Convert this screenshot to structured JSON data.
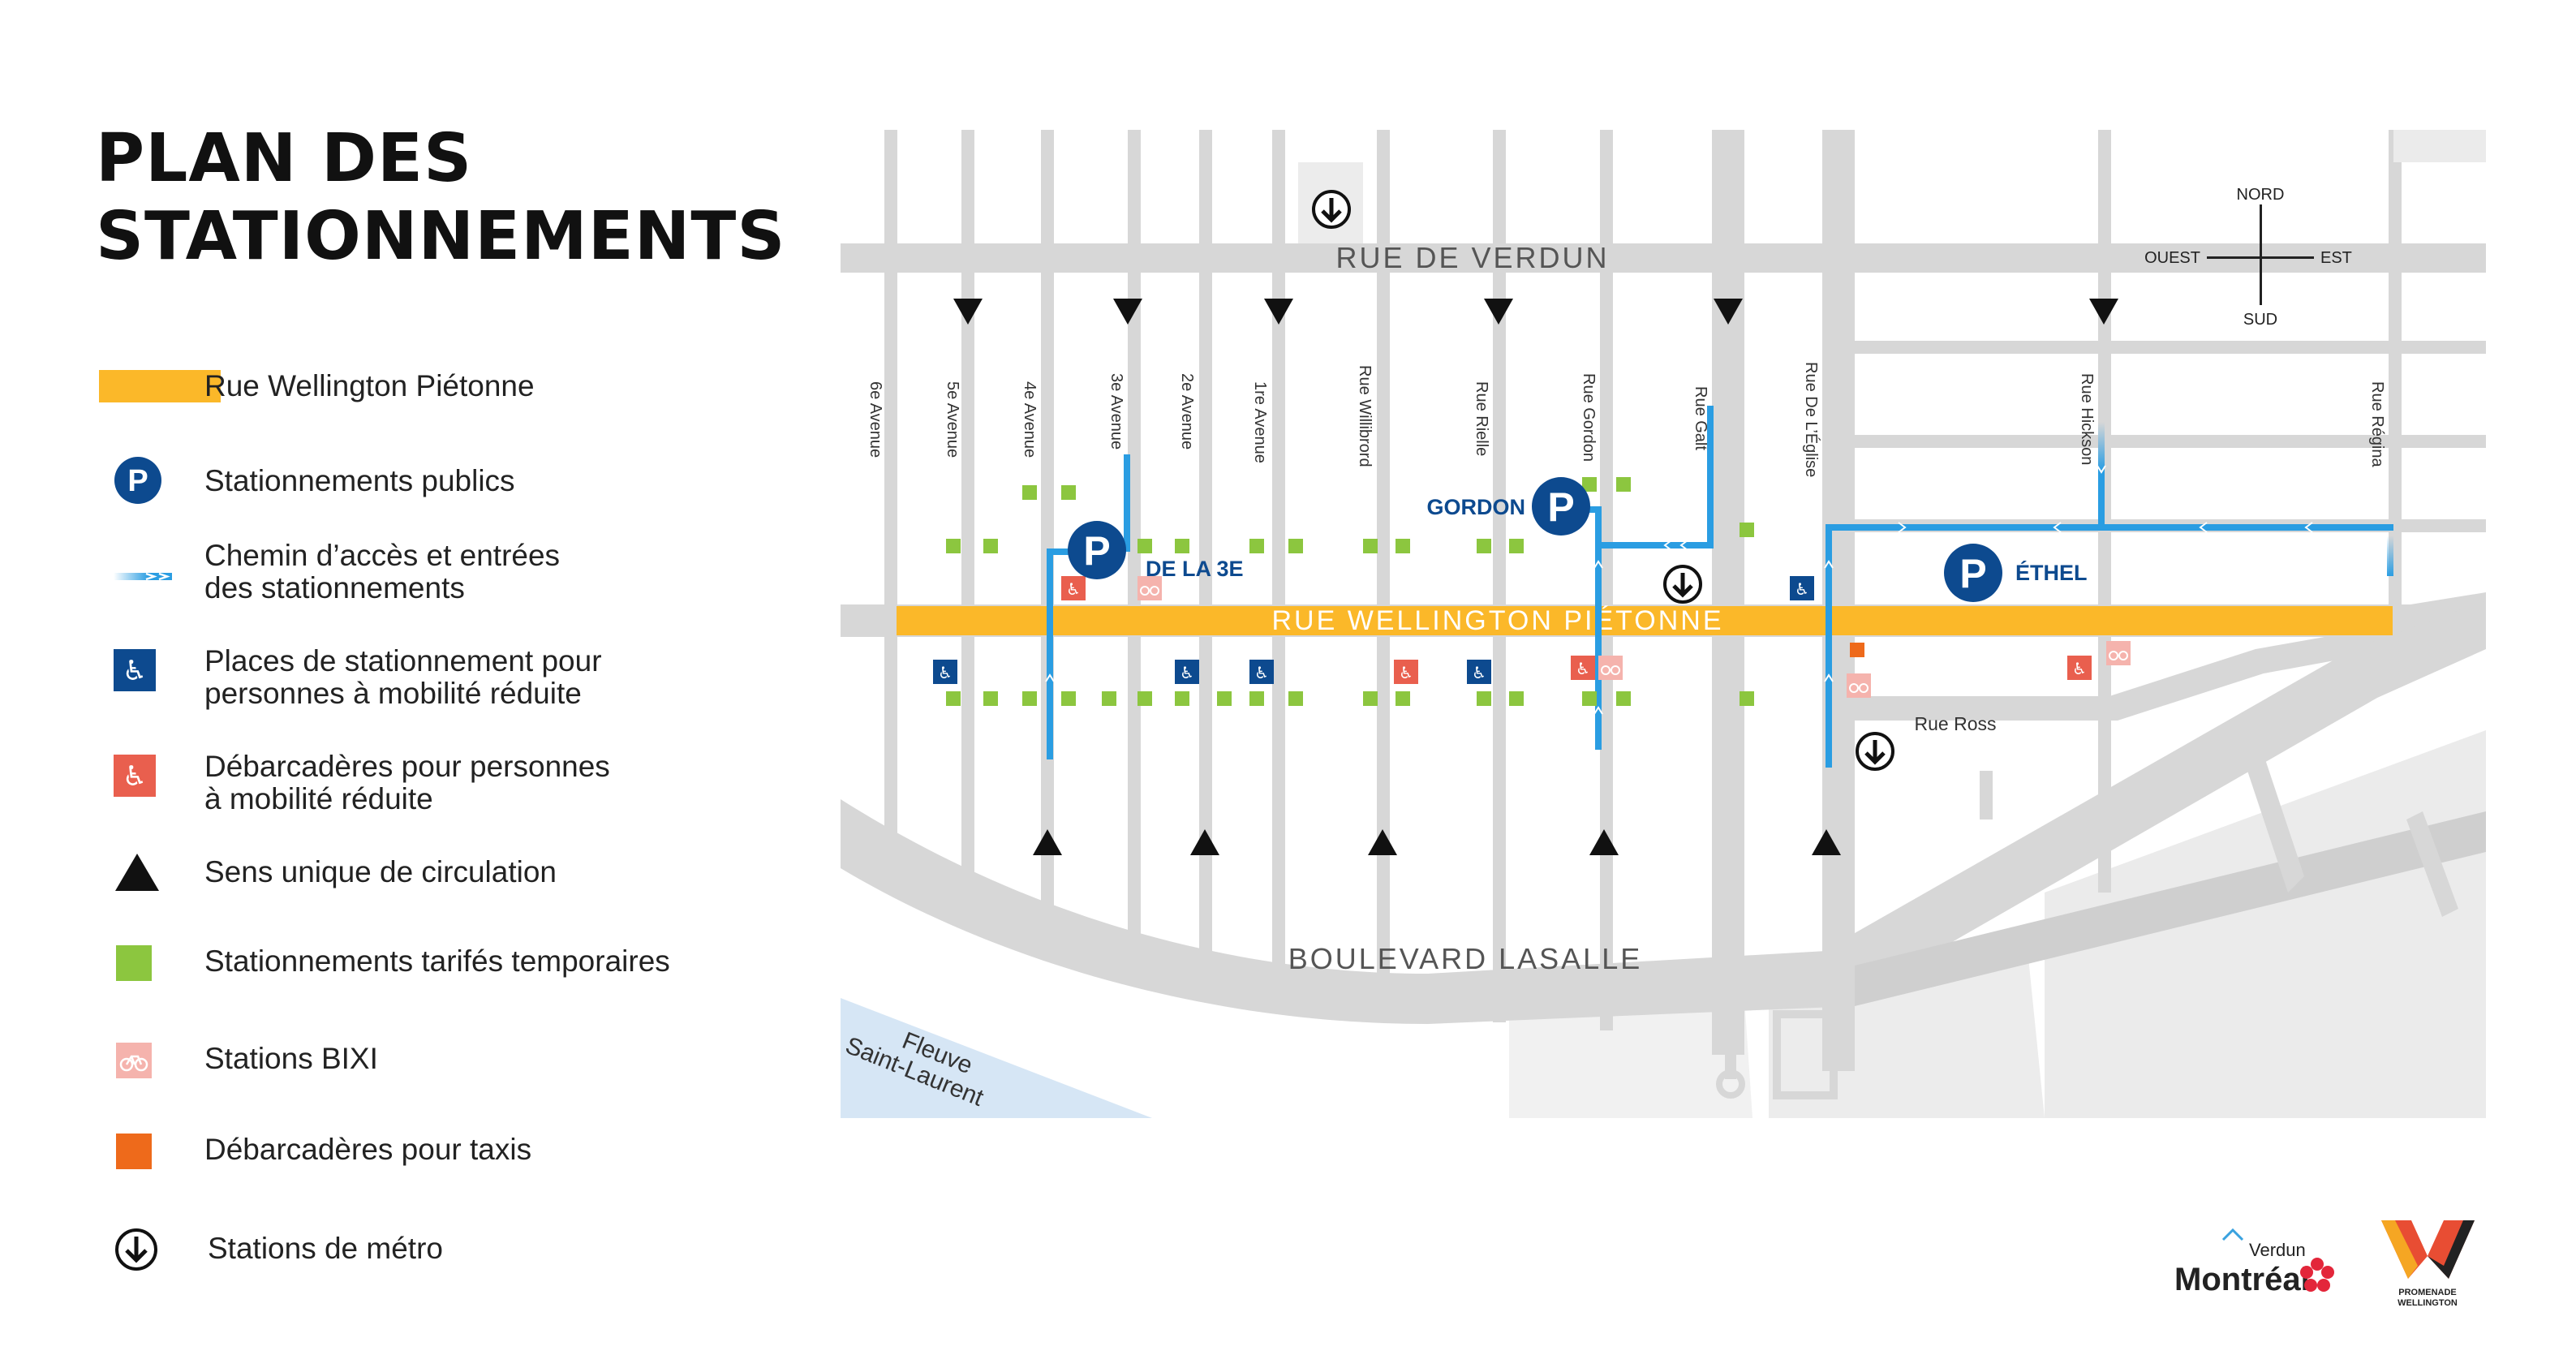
{
  "title": {
    "line1": "PLAN DES",
    "line2": "STATIONNEMENTS"
  },
  "legend": [
    {
      "id": "wellington",
      "icon": "orange-bar",
      "label": "Rue Wellington Piétonne"
    },
    {
      "id": "public",
      "icon": "parking-icon",
      "label": "Stationnements publics"
    },
    {
      "id": "access",
      "icon": "access-path-icon",
      "label1": "Chemin d’accès et entrées",
      "label2": "des stationnements"
    },
    {
      "id": "reduced",
      "icon": "accessible-parking-icon",
      "label1": "Places de stationnement pour",
      "label2": "personnes à mobilité réduite"
    },
    {
      "id": "dropoff",
      "icon": "accessible-dropoff-icon",
      "label1": "Débarcadères pour personnes",
      "label2": "à mobilité réduite"
    },
    {
      "id": "oneway",
      "icon": "one-way-arrow-icon",
      "label": "Sens unique de circulation"
    },
    {
      "id": "paid",
      "icon": "green-square-icon",
      "label": "Stationnements tarifés temporaires"
    },
    {
      "id": "bixi",
      "icon": "bixi-icon",
      "label": "Stations BIXI"
    },
    {
      "id": "taxi",
      "icon": "taxi-square-icon",
      "label": "Débarcadères pour taxis"
    },
    {
      "id": "metro",
      "icon": "metro-icon",
      "label": "Stations de métro"
    }
  ],
  "map": {
    "main_streets": {
      "verdun": "RUE DE VERDUN",
      "wellington": "RUE WELLINGTON PIÉTONNE",
      "lasalle": "BOULEVARD LASALLE",
      "ross": "Rue Ross"
    },
    "cross_streets": {
      "av6": "6e Avenue",
      "av5": "5e Avenue",
      "av4": "4e Avenue",
      "av3": "3e Avenue",
      "av2": "2e Avenue",
      "av1": "1re Avenue",
      "willibrord": "Rue Willibrord",
      "rielle": "Rue Rielle",
      "gordon": "Rue Gordon",
      "galt": "Rue Galt",
      "eglise": "Rue De L’Église",
      "hickson": "Rue Hickson",
      "regina": "Rue Régina"
    },
    "river": {
      "line1": "Fleuve",
      "line2": "Saint-Laurent"
    },
    "parking_lots": {
      "de_la_3": "DE LA 3E",
      "gordon": "GORDON",
      "ethel": "ÉTHEL"
    },
    "parking_glyph": "P",
    "compass": {
      "north": "NORD",
      "south": "SUD",
      "east": "EST",
      "west": "OUEST"
    }
  },
  "logos": {
    "verdun": "Verdun",
    "montreal": "Montréal",
    "promenade_line1": "PROMENADE",
    "promenade_line2": "WELLINGTON"
  },
  "colors": {
    "street": "#d7d7d7",
    "wellington": "#fbb829",
    "parking_blue": "#0d4a8f",
    "access_blue": "#2a9de2",
    "green": "#8cc63f",
    "dropoff_red": "#e95f4e",
    "bixi_pink": "#f5b3ad",
    "taxi_orange": "#ee6a1b",
    "river": "#d6e6f5"
  }
}
